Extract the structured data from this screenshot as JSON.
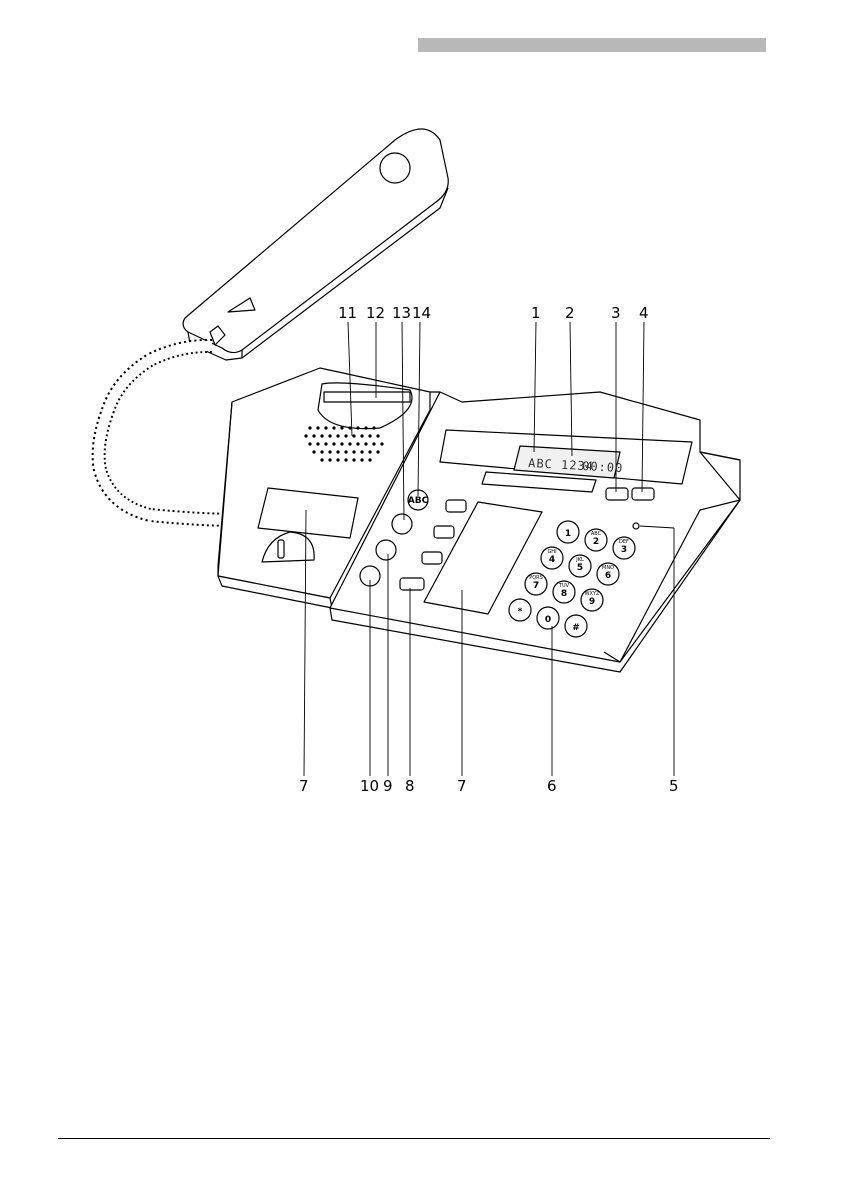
{
  "header": {
    "bar_color": "#b8b8b8"
  },
  "figure": {
    "display_text": {
      "left": "ABC 1234",
      "right": "00:00"
    },
    "keypad": [
      {
        "main": "1",
        "sub": ""
      },
      {
        "main": "2",
        "sub": "ABC"
      },
      {
        "main": "3",
        "sub": "DEF"
      },
      {
        "main": "4",
        "sub": "GHI"
      },
      {
        "main": "5",
        "sub": "JKL"
      },
      {
        "main": "6",
        "sub": "MNO"
      },
      {
        "main": "7",
        "sub": "PQRS"
      },
      {
        "main": "8",
        "sub": "TUV"
      },
      {
        "main": "9",
        "sub": "WXYZ"
      },
      {
        "main": "*",
        "sub": ""
      },
      {
        "main": "0",
        "sub": ""
      },
      {
        "main": "#",
        "sub": ""
      }
    ],
    "abc_key": "ABC",
    "top_callouts": [
      "11",
      "12",
      "13",
      "14",
      "1",
      "2",
      "3",
      "4"
    ],
    "bottom_callouts": [
      "7",
      "10",
      "9",
      "8",
      "7",
      "6",
      "5"
    ]
  }
}
